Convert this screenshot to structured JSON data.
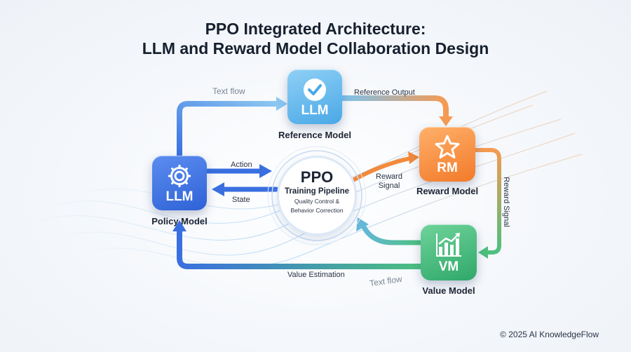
{
  "title": {
    "line1": "PPO Integrated Architecture:",
    "line2": "LLM and Reward Model Collaboration Design"
  },
  "nodes": {
    "policy": {
      "label": "LLM",
      "caption": "Policy Model",
      "icon": "gear-icon"
    },
    "reference": {
      "label": "LLM",
      "caption": "Reference Model",
      "icon": "checkmark-circle-icon"
    },
    "reward": {
      "label": "RM",
      "caption": "Reward Model",
      "icon": "star-icon"
    },
    "value": {
      "label": "VM",
      "caption": "Value Model",
      "icon": "bar-chart-icon"
    }
  },
  "center": {
    "title": "PPO",
    "subtitle": "Training Pipeline",
    "detail_line1": "Quality Control &",
    "detail_line2": "Behavior Correction"
  },
  "edges": {
    "text_flow_top": "Text flow",
    "reference_output": "Reference Output",
    "action": "Action",
    "state": "State",
    "reward_signal_center_line1": "Reward",
    "reward_signal_center_line2": "Signal",
    "reward_signal_side": "Reward Signal",
    "value_estimation": "Value Estimation",
    "text_flow_bottom": "Text flow"
  },
  "footer": {
    "copyright": "© 2025 AI KnowledgeFlow"
  },
  "colors": {
    "blue": "#3a6fe0",
    "light_blue": "#5db3ea",
    "orange": "#f28a3c",
    "green": "#3bb274"
  }
}
